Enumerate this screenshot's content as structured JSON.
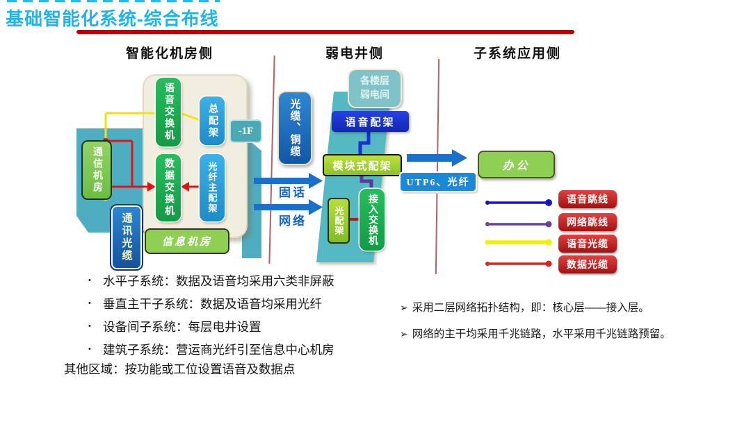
{
  "title": "基础智能化系统-综合布线",
  "columns": {
    "left": "智能化机房侧",
    "middle": "弱电井侧",
    "right": "子系统应用侧"
  },
  "left_diagram": {
    "comm_room": "通信机房",
    "voice_switch": "语音交换机",
    "main_frame": "总配架",
    "data_switch": "数据交换机",
    "fiber_main_frame": "光纤主配架",
    "floor_label": "-1F",
    "comm_fiber": "通讯光缆",
    "info_room": "信息机房"
  },
  "middle_diagram": {
    "cables": "光缆、铜缆",
    "floor_room_line1": "各楼层",
    "floor_room_line2": "弱电间",
    "voice_frame": "语音配架",
    "module_frame": "模块式配架",
    "access_switch": "接入交换机",
    "optical_frame": "光配架",
    "arrow_label_phone": "固话",
    "arrow_label_network": "网络"
  },
  "right_diagram": {
    "utp_label": "UTP6、光纤",
    "office": "办公",
    "legend": [
      {
        "label": "语音跳线",
        "color": "#1414c8",
        "style": "dots"
      },
      {
        "label": "网络跳线",
        "color": "#6a3fa0",
        "style": "dots"
      },
      {
        "label": "语音光缆",
        "color": "#f0f000",
        "style": "thick"
      },
      {
        "label": "数据光缆",
        "color": "#e02020",
        "style": "dots"
      }
    ]
  },
  "bullets": [
    {
      "marker": "•",
      "text": "水平子系统：数据及语音均采用六类非屏蔽"
    },
    {
      "marker": "•",
      "text": "垂直主干子系统：数据及语音均采用光纤"
    },
    {
      "marker": "•",
      "text": "设备间子系统：每层电井设置"
    },
    {
      "marker": "•",
      "text": "建筑子系统：营运商光纤引至信息中心机房"
    },
    {
      "marker": "",
      "text": "其他区域：按功能或工位设置语音及数据点"
    }
  ],
  "notes": [
    {
      "marker": "➢",
      "text": "采用二层网络拓扑结构，即：核心层——接入层。"
    },
    {
      "marker": "➢",
      "text": "网络的主干均采用千兆链路，水平采用千兆链路预留。"
    }
  ],
  "colors": {
    "title": "#1fb4ea",
    "title_rule": "#c00000",
    "teal_shape": "#4fadc2",
    "shaft": "#55b9c4",
    "cream_panel": "#f2eedf",
    "green_box": "#1fae53",
    "blue_box": "#2e9fdb",
    "dark_blue_box": "#1830cf",
    "yellow_green_box": "#a2d435",
    "light_green_box": "#8ed054",
    "cable_blue_box": "#1d6fc2",
    "legend_badge": "#c1272d",
    "arrow_blue": "#1c6fc8",
    "voice_line_yellow": "#f0e312",
    "data_line_red": "#e01414"
  }
}
